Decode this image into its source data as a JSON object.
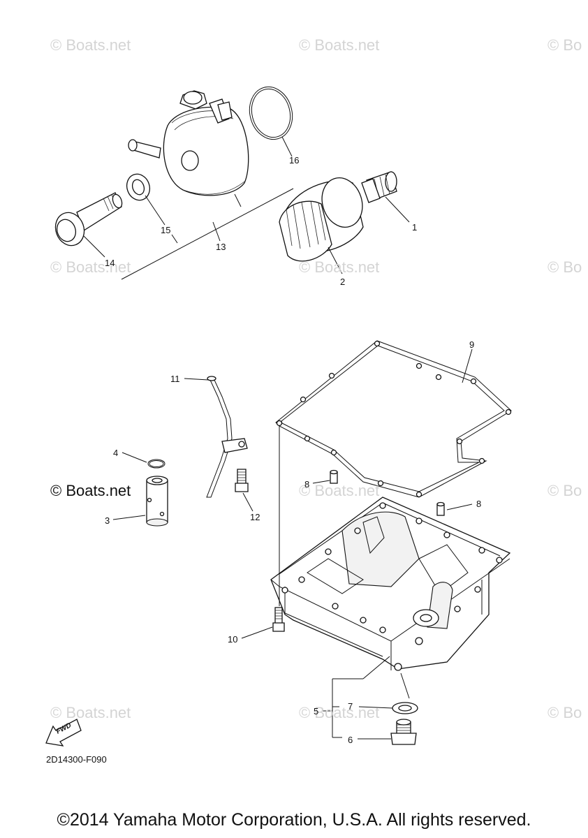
{
  "watermarks": [
    {
      "id": "wm-1",
      "text": "© Boats.net"
    },
    {
      "id": "wm-2",
      "text": "© Boats.net"
    },
    {
      "id": "wm-3",
      "text": "© Bo"
    },
    {
      "id": "wm-4",
      "text": "© Boats.net"
    },
    {
      "id": "wm-5",
      "text": "© Boats.net"
    },
    {
      "id": "wm-6",
      "text": "© Bo"
    },
    {
      "id": "wm-7",
      "text": "© Boats.net"
    },
    {
      "id": "wm-8",
      "text": "© Boats.net"
    },
    {
      "id": "wm-9",
      "text": "© Bo"
    },
    {
      "id": "wm-10",
      "text": "© Boats.net"
    },
    {
      "id": "wm-11",
      "text": "© Boats.net"
    },
    {
      "id": "wm-12",
      "text": "© Bo"
    }
  ],
  "callouts": {
    "c1": "1",
    "c2": "2",
    "c3": "3",
    "c4": "4",
    "c5": "5",
    "c6": "6",
    "c7": "7",
    "c8a": "8",
    "c8b": "8",
    "c9": "9",
    "c10": "10",
    "c11": "11",
    "c12": "12",
    "c13": "13",
    "c14": "14",
    "c15": "15",
    "c16": "16"
  },
  "fwd_label": "FWD",
  "drawing_code": "2D14300-F090",
  "copyright": "©2014 Yamaha Motor Corporation, U.S.A. All rights reserved."
}
